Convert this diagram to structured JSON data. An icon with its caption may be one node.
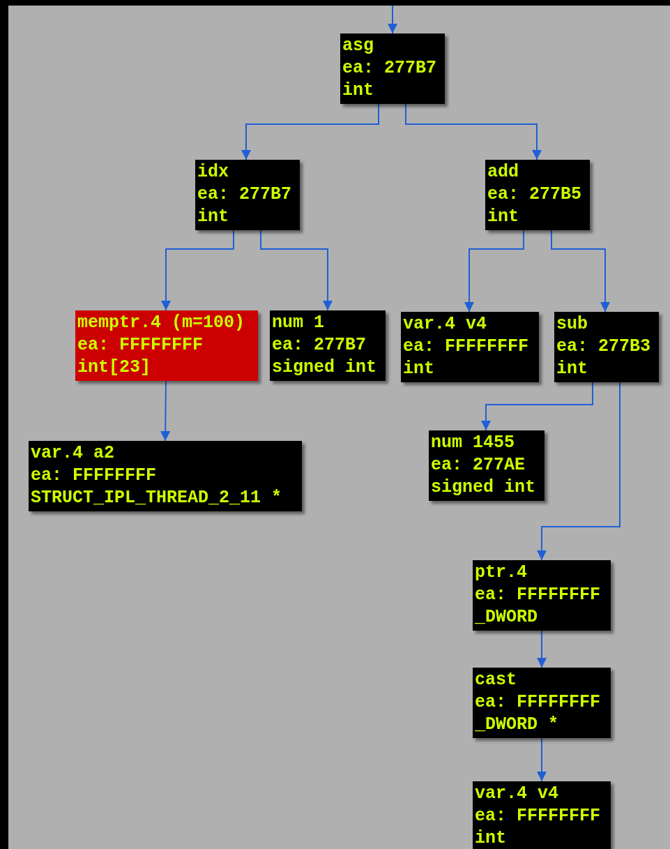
{
  "diagram": {
    "nodes": [
      {
        "text": [
          "asg",
          "ea: 277B7",
          "int"
        ]
      },
      {
        "text": [
          "idx",
          "ea: 277B7",
          "int"
        ]
      },
      {
        "text": [
          "add",
          "ea: 277B5",
          "int"
        ]
      },
      {
        "text": [
          "memptr.4 (m=100)",
          "ea: FFFFFFFF",
          "int[23]"
        ]
      },
      {
        "text": [
          "num 1",
          "ea: 277B7",
          "signed int"
        ]
      },
      {
        "text": [
          "var.4 v4",
          "ea: FFFFFFFF",
          "int"
        ]
      },
      {
        "text": [
          "sub",
          "ea: 277B3",
          "int"
        ]
      },
      {
        "text": [
          "var.4 a2",
          "ea: FFFFFFFF",
          "STRUCT_IPL_THREAD_2_11 *"
        ]
      },
      {
        "text": [
          "num 1455",
          "ea: 277AE",
          "signed int"
        ]
      },
      {
        "text": [
          "ptr.4",
          "ea: FFFFFFFF",
          "_DWORD"
        ]
      },
      {
        "text": [
          "cast",
          "ea: FFFFFFFF",
          "_DWORD *"
        ]
      },
      {
        "text": [
          "var.4 v4",
          "ea: FFFFFFFF",
          "int"
        ]
      }
    ],
    "edges": [
      {
        "from": null,
        "to": 0,
        "arrow": "to"
      },
      {
        "from": 0,
        "to": 1,
        "arrow": "to"
      },
      {
        "from": 0,
        "to": 2,
        "arrow": "to"
      },
      {
        "from": 1,
        "to": 3,
        "arrow": "to"
      },
      {
        "from": 1,
        "to": 4,
        "arrow": "to"
      },
      {
        "from": 2,
        "to": 5,
        "arrow": "to"
      },
      {
        "from": 2,
        "to": 6,
        "arrow": "to"
      },
      {
        "from": 3,
        "to": 7,
        "arrow": "to"
      },
      {
        "from": 6,
        "to": 8,
        "arrow": "to"
      },
      {
        "from": 6,
        "to": 9,
        "arrow": "to"
      },
      {
        "from": 9,
        "to": 10,
        "arrow": "to"
      },
      {
        "from": 10,
        "to": 11,
        "arrow": "to"
      }
    ]
  }
}
